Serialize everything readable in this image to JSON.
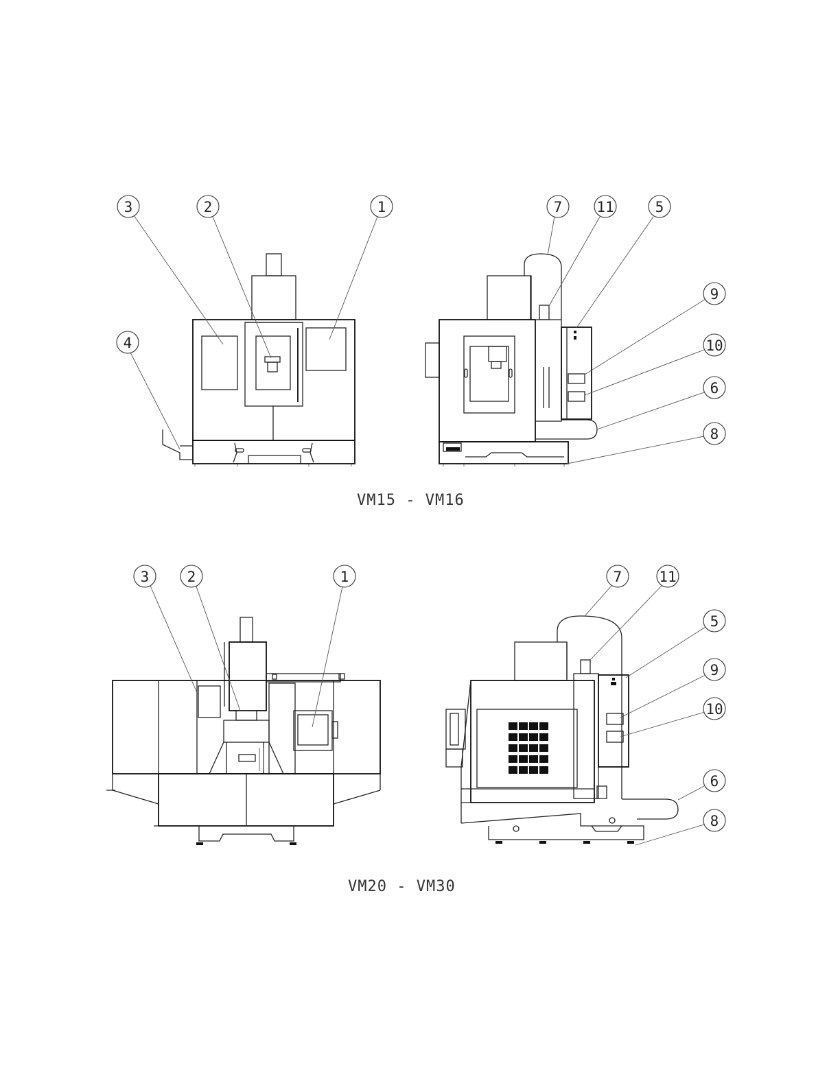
{
  "diagram": {
    "top_group": {
      "caption": "VM15 - VM16",
      "front_view_callouts": [
        "3",
        "2",
        "1",
        "4"
      ],
      "side_view_callouts": [
        "7",
        "11",
        "5",
        "9",
        "10",
        "6",
        "8"
      ]
    },
    "bottom_group": {
      "caption": "VM20 - VM30",
      "front_view_callouts": [
        "3",
        "2",
        "1"
      ],
      "side_view_callouts": [
        "7",
        "11",
        "5",
        "9",
        "10",
        "6",
        "8"
      ]
    }
  }
}
